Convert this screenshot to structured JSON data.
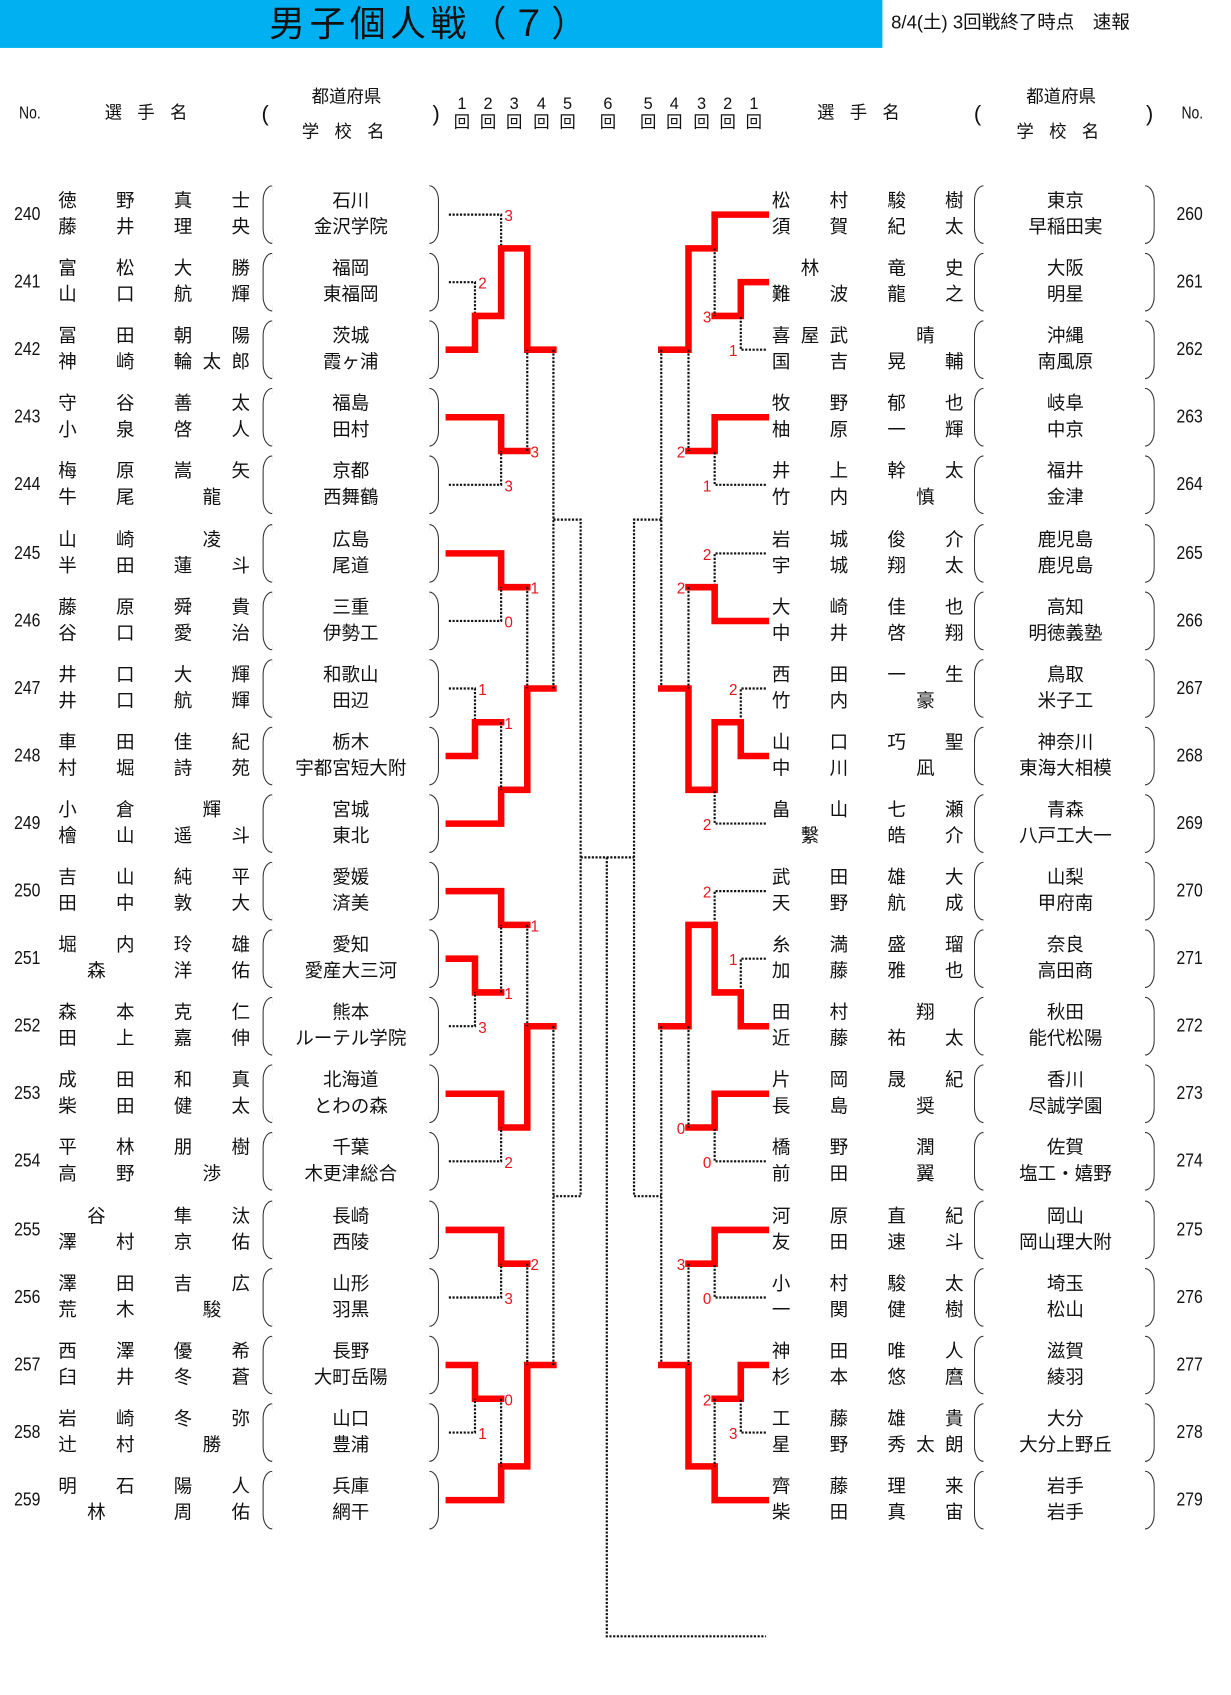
{
  "header": {
    "title": "男子個人戦（７）",
    "status": "8/4(土) 3回戦終了時点　速報",
    "col_no": "No.",
    "col_player": "選手名",
    "col_pref": "都道府県",
    "col_school": "学校名",
    "paren_open": "(",
    "paren_close": ")",
    "round_unit": "回",
    "rounds_left": [
      "1",
      "2",
      "3",
      "4",
      "5"
    ],
    "round_final": "6",
    "rounds_right": [
      "5",
      "4",
      "3",
      "2",
      "1"
    ]
  },
  "colors": {
    "title_bar": "#00B0F0",
    "winner_line": "#FF0000",
    "score": "#E8141E"
  },
  "left": {
    "entries": [
      {
        "no": "240",
        "name1": "徳　野　真　士",
        "name2": "藤　井　理　央",
        "pref": "石川",
        "school": "金沢学院",
        "score": "3"
      },
      {
        "no": "241",
        "name1": "富　松　大　勝",
        "name2": "山　口　航　輝",
        "pref": "福岡",
        "school": "東福岡",
        "score": "2"
      },
      {
        "no": "242",
        "name1": "冨　田　朝　陽",
        "name2": "神　崎　輪太郎",
        "pref": "茨城",
        "school": "霞ヶ浦"
      },
      {
        "no": "243",
        "name1": "守　谷　善　太",
        "name2": "小　泉　啓　人",
        "pref": "福島",
        "school": "田村",
        "score": "3"
      },
      {
        "no": "244",
        "name1": "梅　原　嵩　矢",
        "name2": "牛　尾　　龍　",
        "pref": "京都",
        "school": "西舞鶴",
        "score": "3"
      },
      {
        "no": "245",
        "name1": "山　崎　　凌　",
        "name2": "半　田　蓮　斗",
        "pref": "広島",
        "school": "尾道",
        "score": "1"
      },
      {
        "no": "246",
        "name1": "藤　原　舜　貴",
        "name2": "谷　口　愛　治",
        "pref": "三重",
        "school": "伊勢工",
        "score": "0"
      },
      {
        "no": "247",
        "name1": "井　口　大　輝",
        "name2": "井　口　航　輝",
        "pref": "和歌山",
        "school": "田辺",
        "score": "1"
      },
      {
        "no": "248",
        "name1": "車　田　佳　紀",
        "name2": "村　堀　詩　苑",
        "pref": "栃木",
        "school": "宇都宮短大附",
        "score": "1"
      },
      {
        "no": "249",
        "name1": "小　倉　　輝　",
        "name2": "檜　山　遥　斗",
        "pref": "宮城",
        "school": "東北"
      },
      {
        "no": "250",
        "name1": "吉　山　純　平",
        "name2": "田　中　敦　大",
        "pref": "愛媛",
        "school": "済美",
        "score": "1"
      },
      {
        "no": "251",
        "name1": "堀　内　玲　雄",
        "name2": "　森　　洋　佑",
        "pref": "愛知",
        "school": "愛産大三河",
        "score": "1"
      },
      {
        "no": "252",
        "name1": "森　本　克　仁",
        "name2": "田　上　嘉　伸",
        "pref": "熊本",
        "school": "ルーテル学院",
        "score": "3"
      },
      {
        "no": "253",
        "name1": "成　田　和　真",
        "name2": "柴　田　健　太",
        "pref": "北海道",
        "school": "とわの森"
      },
      {
        "no": "254",
        "name1": "平　林　朋　樹",
        "name2": "高　野　　渉　",
        "pref": "千葉",
        "school": "木更津総合",
        "score": "2"
      },
      {
        "no": "255",
        "name1": "　谷　　隼　汰",
        "name2": "澤　村　京　佑",
        "pref": "長崎",
        "school": "西陵",
        "score": "2"
      },
      {
        "no": "256",
        "name1": "澤　田　吉　広",
        "name2": "荒　木　　駿　",
        "pref": "山形",
        "school": "羽黒",
        "score": "3"
      },
      {
        "no": "257",
        "name1": "西　澤　優　希",
        "name2": "臼　井　冬　蒼",
        "pref": "長野",
        "school": "大町岳陽",
        "score": "0"
      },
      {
        "no": "258",
        "name1": "岩　崎　冬　弥",
        "name2": "辻　村　　勝　",
        "pref": "山口",
        "school": "豊浦",
        "score": "1"
      },
      {
        "no": "259",
        "name1": "明　石　陽　人",
        "name2": "　林　　周　佑",
        "pref": "兵庫",
        "school": "網干"
      }
    ]
  },
  "right": {
    "entries": [
      {
        "no": "260",
        "name1": "松　村　駿　樹",
        "name2": "須　賀　紀　太",
        "pref": "東京",
        "school": "早稲田実"
      },
      {
        "no": "261",
        "name1": "　林　　竜　史",
        "name2": "難　波　龍　之",
        "pref": "大阪",
        "school": "明星",
        "score": "3"
      },
      {
        "no": "262",
        "name1": "喜屋武　　晴　",
        "name2": "国　吉　晃　輔",
        "pref": "沖縄",
        "school": "南風原",
        "score": "1"
      },
      {
        "no": "263",
        "name1": "牧　野　郁　也",
        "name2": "柚　原　一　輝",
        "pref": "岐阜",
        "school": "中京",
        "score": "2"
      },
      {
        "no": "264",
        "name1": "井　上　幹　太",
        "name2": "竹　内　　慎　",
        "pref": "福井",
        "school": "金津",
        "score": "1"
      },
      {
        "no": "265",
        "name1": "岩　城　俊　介",
        "name2": "宇　城　翔　太",
        "pref": "鹿児島",
        "school": "鹿児島",
        "score": "2"
      },
      {
        "no": "266",
        "name1": "大　崎　佳　也",
        "name2": "中　井　啓　翔",
        "pref": "高知",
        "school": "明徳義塾",
        "score": "2"
      },
      {
        "no": "267",
        "name1": "西　田　一　生",
        "name2": "竹　内　　豪　",
        "pref": "鳥取",
        "school": "米子工",
        "score": "2"
      },
      {
        "no": "268",
        "name1": "山　口　巧　聖",
        "name2": "中　川　　凪　",
        "pref": "神奈川",
        "school": "東海大相模"
      },
      {
        "no": "269",
        "name1": "畠　山　七　瀬",
        "name2": "　繫　　皓　介",
        "pref": "青森",
        "school": "八戸工大一",
        "score": "2"
      },
      {
        "no": "270",
        "name1": "武　田　雄　大",
        "name2": "天　野　航　成",
        "pref": "山梨",
        "school": "甲府南",
        "score": "2"
      },
      {
        "no": "271",
        "name1": "糸　満　盛　瑠",
        "name2": "加　藤　雅　也",
        "pref": "奈良",
        "school": "高田商",
        "score": "1"
      },
      {
        "no": "272",
        "name1": "田　村　　翔　",
        "name2": "近　藤　祐　太",
        "pref": "秋田",
        "school": "能代松陽"
      },
      {
        "no": "273",
        "name1": "片　岡　晟　紀",
        "name2": "長　島　　奨　",
        "pref": "香川",
        "school": "尽誠学園",
        "score": "0"
      },
      {
        "no": "274",
        "name1": "橋　野　　潤　",
        "name2": "前　田　　翼　",
        "pref": "佐賀",
        "school": "塩工・嬉野",
        "score": "0"
      },
      {
        "no": "275",
        "name1": "河　原　直　紀",
        "name2": "友　田　速　斗",
        "pref": "岡山",
        "school": "岡山理大附",
        "score": "3"
      },
      {
        "no": "276",
        "name1": "小　村　駿　太",
        "name2": "一　関　健　樹",
        "pref": "埼玉",
        "school": "松山",
        "score": "0"
      },
      {
        "no": "277",
        "name1": "神　田　唯　人",
        "name2": "杉　本　悠　麿",
        "pref": "滋賀",
        "school": "綾羽",
        "score": "2"
      },
      {
        "no": "278",
        "name1": "工　藤　雄　貴",
        "name2": "星　野　秀太朗",
        "pref": "大分",
        "school": "大分上野丘",
        "score": "3"
      },
      {
        "no": "279",
        "name1": "齊　藤　理　来",
        "name2": "柴　田　真　宙",
        "pref": "岩手",
        "school": "岩手"
      }
    ]
  }
}
